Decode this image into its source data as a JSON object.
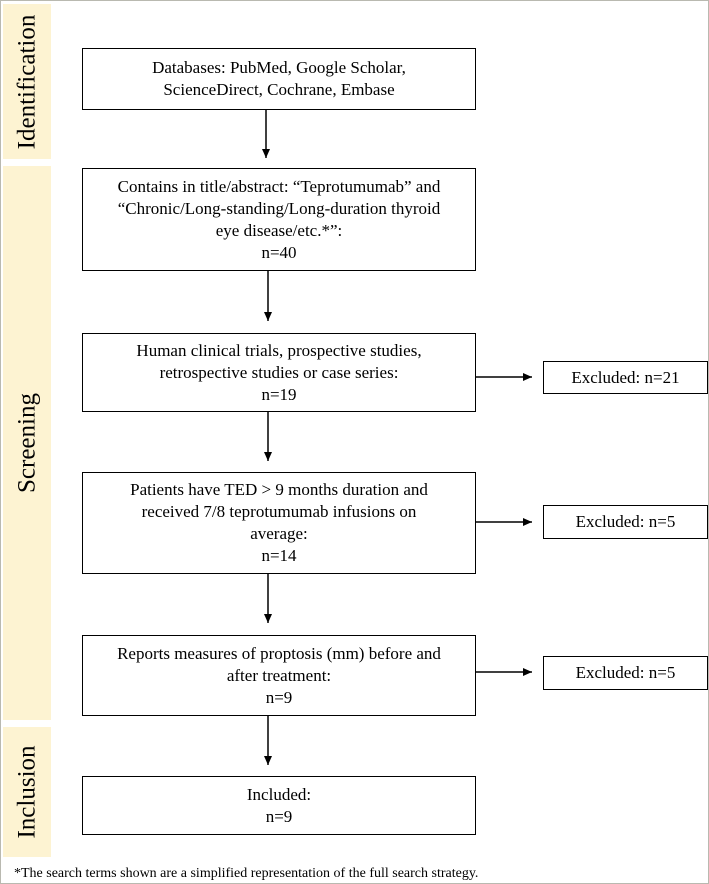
{
  "stages": {
    "identification": "Identification",
    "screening": "Screening",
    "inclusion": "Inclusion"
  },
  "boxes": {
    "databases": {
      "lines": [
        "Databases: PubMed, Google Scholar,",
        "ScienceDirect, Cochrane, Embase"
      ]
    },
    "title_abstract": {
      "lines": [
        "Contains in title/abstract: “Teprotumumab” and",
        "“Chronic/Long-standing/Long-duration thyroid",
        "eye disease/etc.*”:",
        "n=40"
      ]
    },
    "study_type": {
      "lines": [
        "Human clinical trials, prospective studies,",
        "retrospective studies or case series:",
        "n=19"
      ]
    },
    "patients": {
      "lines": [
        "Patients have TED > 9 months duration and",
        "received 7/8 teprotumumab infusions on",
        "average:",
        "n=14"
      ]
    },
    "proptosis": {
      "lines": [
        "Reports measures of proptosis (mm) before and",
        "after treatment:",
        "n=9"
      ]
    },
    "included": {
      "lines": [
        "Included:",
        "n=9"
      ]
    }
  },
  "excluded": {
    "study_type": "Excluded: n=21",
    "patients": "Excluded: n=5",
    "proptosis": "Excluded: n=5"
  },
  "footnote": "*The search terms shown are a simplified representation of the full search strategy.",
  "colors": {
    "stage_fill": "#fdf3d2",
    "border": "#000000",
    "frame": "#b9b9b0"
  }
}
